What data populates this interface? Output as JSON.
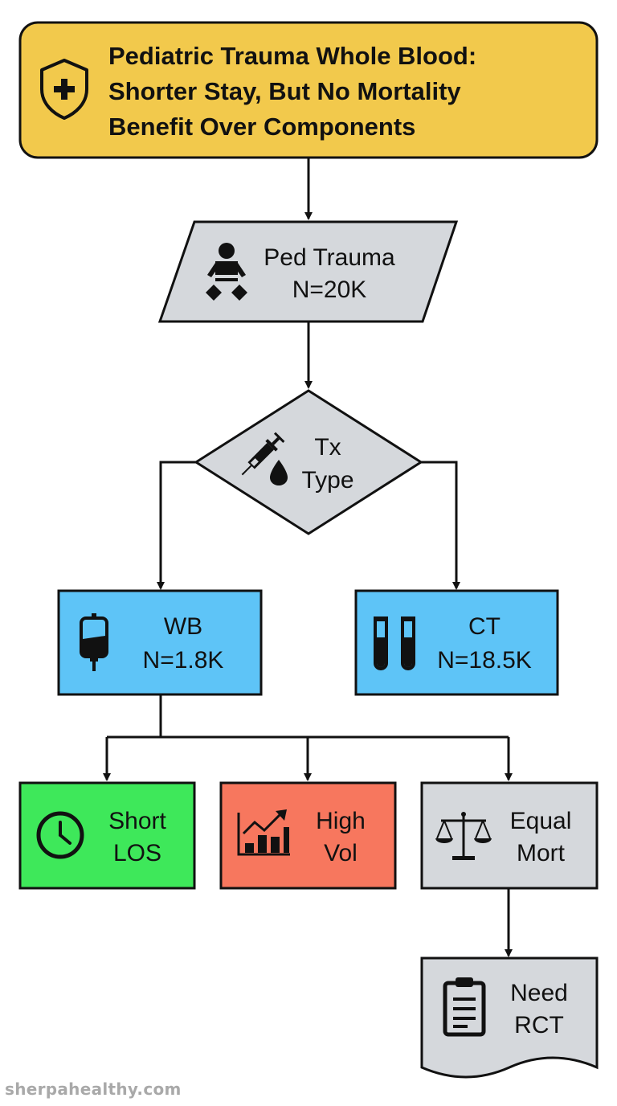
{
  "title": {
    "lines": [
      "Pediatric Trauma Whole Blood:",
      "Shorter Stay, But No Mortality",
      "Benefit Over Components"
    ],
    "icon": "shield-plus-icon"
  },
  "nodes": {
    "population": {
      "lines": [
        "Ped Trauma",
        "N=20K"
      ],
      "icon": "baby-icon",
      "shape": "parallelogram"
    },
    "decision": {
      "lines": [
        "Tx",
        "Type"
      ],
      "icon": "syringe-drop-icon",
      "shape": "diamond"
    },
    "wb": {
      "lines": [
        "WB",
        "N=1.8K"
      ],
      "icon": "blood-bag-icon",
      "shape": "rectangle"
    },
    "ct": {
      "lines": [
        "CT",
        "N=18.5K"
      ],
      "icon": "test-tubes-icon",
      "shape": "rectangle"
    },
    "short_los": {
      "lines": [
        "Short",
        "LOS"
      ],
      "icon": "clock-icon",
      "shape": "rectangle"
    },
    "high_vol": {
      "lines": [
        "High",
        "Vol"
      ],
      "icon": "bar-chart-up-icon",
      "shape": "rectangle"
    },
    "equal_mort": {
      "lines": [
        "Equal",
        "Mort"
      ],
      "icon": "balance-scale-icon",
      "shape": "rectangle"
    },
    "need_rct": {
      "lines": [
        "Need",
        "RCT"
      ],
      "icon": "clipboard-icon",
      "shape": "document"
    }
  },
  "edges": [
    [
      "title",
      "population"
    ],
    [
      "population",
      "decision"
    ],
    [
      "decision",
      "wb"
    ],
    [
      "decision",
      "ct"
    ],
    [
      "wb",
      "short_los"
    ],
    [
      "wb",
      "high_vol"
    ],
    [
      "wb",
      "equal_mort"
    ],
    [
      "equal_mort",
      "need_rct"
    ]
  ],
  "colors": {
    "title": "#f2c94c",
    "gray": "#d5d8dc",
    "blue": "#5ec4f7",
    "green": "#3ee85a",
    "salmon": "#f7775e",
    "stroke": "#111111"
  },
  "footer": "sherpahealthy.com"
}
